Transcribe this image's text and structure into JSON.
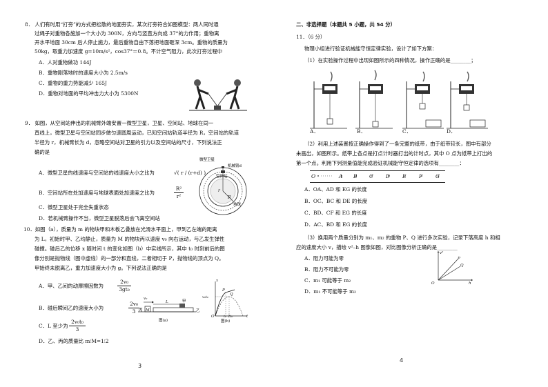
{
  "left_page": {
    "q8": {
      "stem": [
        "8．  人们有时用“打夯”的方式把松散的地面夯实，某次打夯符合如图模型：两人同时通",
        "过绳子对重物各施加一个大小为 300N，方向与竖直方向成 37°的力作用；重物离",
        "开水平地面 30cm 后人停止施力，最后重物自由下落把地面砸深 3cm。重物的质量为",
        "50kg，取重力加速度 g=10m/s²，cos37°＝0.8。不计空气阻力，此次打夯过程中"
      ],
      "options": [
        "A．人对重物做功 144J",
        "B．重物刚落地时的速度大小为 2.5m/s",
        "C．重物的重力势能减少 165J",
        "D．重物对地面的平均冲击力大小为 5300N"
      ]
    },
    "q9": {
      "stem": [
        "9．  如图，从空间站伸出的机械臂外端安置一微型卫星，卫星、空间站、地球在同一",
        "直线上，微型卫星与空间站同步做匀速圆周运动，已知空间站轨道半径为 R，空间站的轨道",
        "半径为 r，机械臂长为 d，忽略空间站对卫星的引力以及空间站的尺寸，下列说法正",
        "确的是"
      ],
      "options": {
        "a": "A．微型卫星的线速度与空间站的线速度大小之比为",
        "b": "B．空间站所在处加速度与地球表面处加速度之比为",
        "c": "C．微型卫星处于完全失重状态",
        "d": "D．若机械臂操作不当，微型卫星脱落后会飞离空间站"
      },
      "fig_labels": {
        "sat": "微型卫星",
        "arm": "机械臂d",
        "station": "空间站",
        "earth": "地球",
        "r": "r",
        "R": "R"
      }
    },
    "q10": {
      "stem": [
        "10．如图（a），质量为 m 的物块甲和木板乙叠放在光滑水平面上，甲到乙左端的距离",
        "为 L，初始时甲、乙均静止，质量为 M 的物块丙以速度 v₀ 向右运动，与乙发生弹性",
        "碰撞。碰后乙的位移 x 随时间 t 的变化如图（b）中实线所示，其中 t₀ 时刻前后的图",
        "像分别是抛物线（图中虚线）的一部分和直线，二者相切于 P，抛物线的顶点为 Q。",
        "甲始终未脱离乙，重力加速度大小为 g。下列说法正确的是"
      ],
      "options": {
        "a": "A．甲、乙间的动摩擦因数为",
        "b": "B．碰后瞬间乙的速度大小为",
        "c": "C．L 至少为",
        "d": "D．乙、丙的质量比 m∶M=1∶2"
      },
      "fracs": {
        "a_num": "2v₀",
        "a_den": "3gt₀",
        "b_num": "2v₀",
        "b_den": "3",
        "c_num": "2v₀t₀",
        "c_den": "3",
        "q9a": "√( r / (r+d) )",
        "q9b_num": "R²",
        "q9b_den": "r²"
      },
      "fig_a": {
        "v0": "v₀",
        "jia": "甲",
        "L": "L",
        "bing": "丙",
        "yi": "乙",
        "M": "M",
        "caption": "图(a)"
      },
      "fig_b": {
        "x": "x",
        "t": "t",
        "xq": "v₀t₀",
        "P": "P",
        "Q": "Q",
        "O": "O",
        "t0": "t₀",
        "t1": "2t₀",
        "caption": "图(b)"
      }
    },
    "page_number": "3"
  },
  "right_page": {
    "section": "二、非选择题（本题共 5 小题，共 54 分）",
    "q11_head": "11．（6 分）",
    "intro": "物理小组进行验证机械能守恒定律实验，设计了如下方案：",
    "p1": "（1）在实验操作过程中出现如图所示的四种情况，操作正确的是________；",
    "app_labels": [
      "A．",
      "B．",
      "C．",
      "D．"
    ],
    "p2": [
      "（2）利用上述装置按正确操作得到了一条完整的纸带，由于纸带较长，图中有部分",
      "未画出，如图所示。纸带上各点是打点计时器打出的计时点，其中 O 点为纸带上打出的",
      "第一个点。利用下列测量值能完成验证机械能守恒定律的选项有________："
    ],
    "tape_points": [
      "O",
      "A",
      "B",
      "C",
      "D",
      "E",
      "F",
      "G"
    ],
    "p2_options": [
      "A．OA、AD 和 EG 的长度",
      "B．OC、BC 和 DE 的长度",
      "C．BD、CF 和 EG 的长度",
      "D．AC、BD 和 EG 的长度"
    ],
    "p3": [
      "（3）换用两个质量分别为 m₁、m₂ 的重物 P、Q 进行多次实验，记录下落高度 h 和相",
      "应的速度大小 v，描绘 v²–h 图像如图，对比图像分析正确的是________"
    ],
    "p3_options": [
      "A．阻力可能为零",
      "B．阻力不可能为零",
      "C．m₁ 可能等于 m₂",
      "D．m₁ 不可能等于 m₂"
    ],
    "graph": {
      "y": "v²",
      "x": "h",
      "O": "O",
      "P": "P",
      "Q": "Q"
    },
    "page_number": "4"
  }
}
